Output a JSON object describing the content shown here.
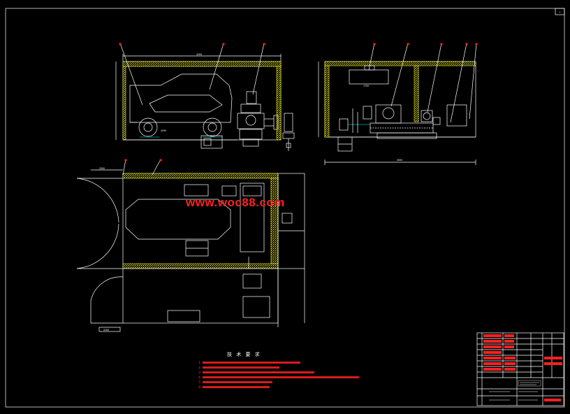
{
  "drawing": {
    "watermark": "www.woc88.com",
    "notes_title": "技 术 要 求",
    "notes": [
      "1.",
      "2.",
      "3.",
      "4.",
      "5.",
      "6."
    ],
    "colors": {
      "background": "#000000",
      "frame": "#ffffff",
      "wall_hatch": "#ffff00",
      "annotation": "#ff2020",
      "leader": "#ffff00"
    }
  }
}
